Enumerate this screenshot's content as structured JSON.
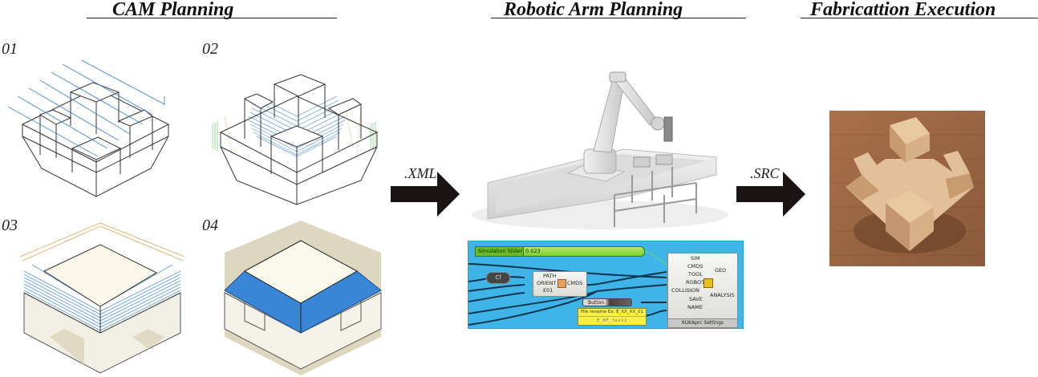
{
  "sections": {
    "cam": {
      "title": "CAM Planning"
    },
    "robot": {
      "title": "Robotic Arm Planning"
    },
    "fabrication": {
      "title": "Fabricattion Execution"
    }
  },
  "cam_steps": [
    {
      "number": "01",
      "description_icon": "toolpath-roughing-icon"
    },
    {
      "number": "02",
      "description_icon": "toolpath-pocket-icon"
    },
    {
      "number": "03",
      "description_icon": "toolpath-contour-icon"
    },
    {
      "number": "04",
      "description_icon": "toolpath-finish-icon"
    }
  ],
  "arrows": [
    {
      "label": ".XML"
    },
    {
      "label": ".SRC"
    }
  ],
  "grasshopper": {
    "slider": {
      "name": "Simulation Slider",
      "value": "0.023"
    },
    "orient_component": {
      "inputs": [
        "PATH",
        "ORIENT",
        "E01"
      ],
      "output": "CMDS"
    },
    "button_label": "Button",
    "panel": {
      "header": "File rename Ex: E_XX_XX_01",
      "value": "E_HF_test2"
    },
    "kuka_component": {
      "inputs": [
        "SIM",
        "CMDS",
        "TOOL",
        "ROBOT",
        "COLLISION",
        "SAVE",
        "NAME"
      ],
      "outputs": [
        "GEO",
        "ANALYSIS"
      ],
      "footer": "KUKAprc Settings"
    },
    "canvas_color": "#3fb4e6"
  },
  "colors": {
    "toolpath_blue": "#2f7fd6",
    "toolpath_orange": "#e08a2a",
    "toolpath_green": "#4cc04c",
    "wood": "#c89a6a"
  }
}
